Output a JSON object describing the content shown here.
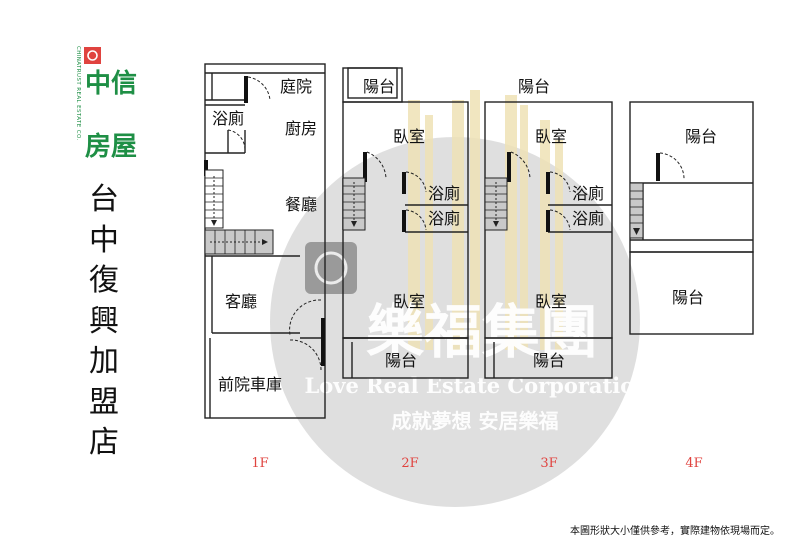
{
  "brand": {
    "name": "中信房屋",
    "name_part1": "中信",
    "name_part2": "房屋",
    "english": "CHINATRUST REAL ESTATE CO."
  },
  "store_name": [
    "台",
    "中",
    "復",
    "興",
    "加",
    "盟",
    "店"
  ],
  "floors": {
    "f1": {
      "label": "1F",
      "rooms": {
        "courtyard": "庭院",
        "bath": "浴廁",
        "kitchen": "廚房",
        "dining": "餐廳",
        "living": "客廳",
        "garage": "前院車庫"
      }
    },
    "f2": {
      "label": "2F",
      "rooms": {
        "balcony_top": "陽台",
        "bedroom_top": "臥室",
        "bath1": "浴廁",
        "bath2": "浴廁",
        "bedroom_bottom": "臥室",
        "balcony_bottom": "陽台"
      }
    },
    "f3": {
      "label": "3F",
      "rooms": {
        "balcony_top": "陽台",
        "bedroom_top": "臥室",
        "bath1": "浴廁",
        "bath2": "浴廁",
        "bedroom_bottom": "臥室",
        "balcony_bottom": "陽台"
      }
    },
    "f4": {
      "label": "4F",
      "rooms": {
        "balcony_top": "陽台",
        "balcony_bottom": "陽台"
      }
    }
  },
  "watermark": {
    "chinese": "樂福集團",
    "english": "Love Real Estate Corporation",
    "slogan": "成就夢想 安居樂福"
  },
  "disclaimer": "本圖形狀大小僅供參考，實際建物依現場而定。",
  "colors": {
    "brand_green": "#1e8f45",
    "brand_red": "#e0433f",
    "floor_label": "#e0433f",
    "watermark_gray": "#8e8e8e",
    "watermark_gold": "#e7d59f",
    "stair_fill": "#c9c9c9"
  }
}
